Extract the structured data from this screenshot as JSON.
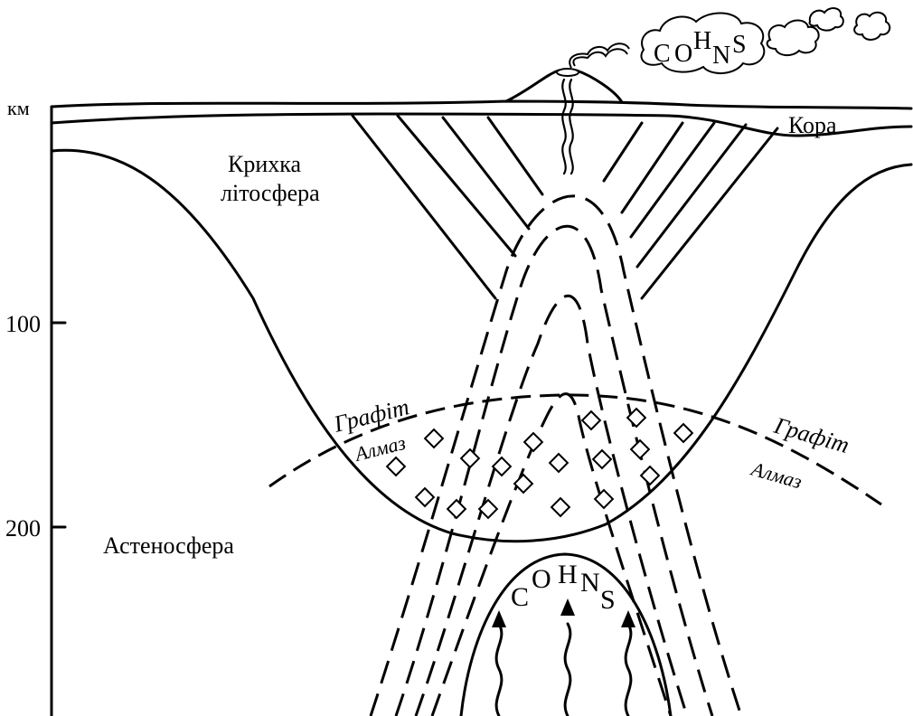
{
  "axis": {
    "unit": "км",
    "ticks": [
      "100",
      "200"
    ]
  },
  "labels": {
    "crust": "Кора",
    "lithosphere_line1": "Крихка",
    "lithosphere_line2": "літосфера",
    "asthenosphere": "Астеносфера",
    "graphite_left": "Графіт",
    "diamond_left": "Алмаз",
    "graphite_right": "Графіт",
    "diamond_right": "Алмаз"
  },
  "volatiles_top": {
    "C": "C",
    "O": "O",
    "H": "H",
    "N": "N",
    "S": "S"
  },
  "volatiles_bottom": {
    "C": "C",
    "O": "O",
    "H": "H",
    "N": "N",
    "S": "S"
  },
  "colors": {
    "ink": "#000000",
    "paper": "#ffffff"
  }
}
